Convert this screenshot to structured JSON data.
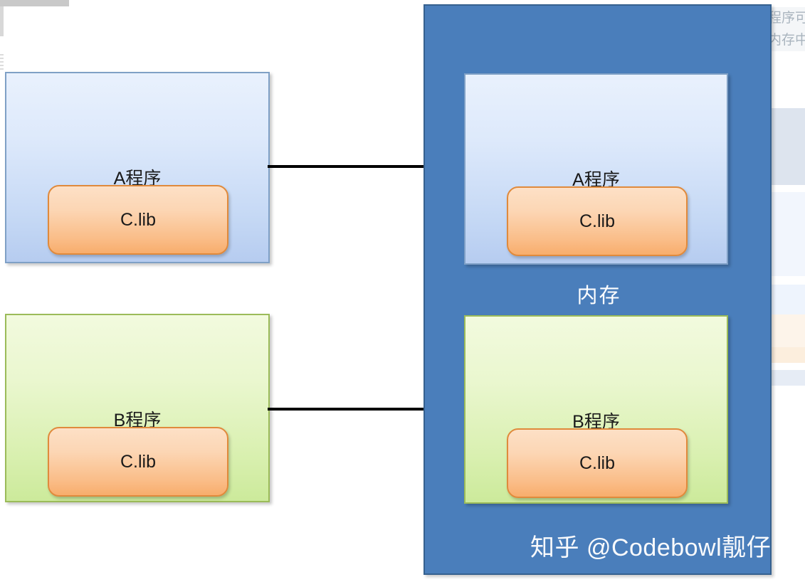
{
  "diagram": {
    "title_semantic": "shared-library-in-memory-diagram",
    "memory_container": {
      "label": "内存",
      "fill_color": "#4A7EBB",
      "border_color": "#36618F"
    },
    "disk_side": {
      "programs": [
        {
          "id": "left-a",
          "title": "A程序",
          "color_theme": "blue",
          "fill_top": "#E9F1FD",
          "fill_bottom": "#B6CCF0",
          "border_color": "#7FA0C6",
          "library": {
            "label": "C.lib",
            "fill_top": "#FDE0C6",
            "fill_bottom": "#F8AD6C",
            "border_color": "#E08A3C"
          }
        },
        {
          "id": "left-b",
          "title": "B程序",
          "color_theme": "green",
          "fill_top": "#F2FADE",
          "fill_bottom": "#CCEA9B",
          "border_color": "#9BBB59",
          "library": {
            "label": "C.lib",
            "fill_top": "#FDE0C6",
            "fill_bottom": "#F8AD6C",
            "border_color": "#E08A3C"
          }
        }
      ]
    },
    "memory_side": {
      "programs": [
        {
          "id": "right-a",
          "title": "A程序",
          "color_theme": "blue",
          "fill_top": "#E9F1FD",
          "fill_bottom": "#B6CCF0",
          "border_color": "#7FA0C6",
          "library": {
            "label": "C.lib",
            "fill_top": "#FDE0C6",
            "fill_bottom": "#F8AD6C",
            "border_color": "#E08A3C"
          }
        },
        {
          "id": "right-b",
          "title": "B程序",
          "color_theme": "green",
          "fill_top": "#F2FADE",
          "fill_bottom": "#CCEA9B",
          "border_color": "#9BBB59",
          "library": {
            "label": "C.lib",
            "fill_top": "#FDE0C6",
            "fill_bottom": "#F8AD6C",
            "border_color": "#E08A3C"
          }
        }
      ]
    },
    "arrows": [
      {
        "id": "arrow-a",
        "from": "left-a",
        "to": "right-a",
        "color": "#000000",
        "style": "solid-with-triangle-head"
      },
      {
        "id": "arrow-b",
        "from": "left-b",
        "to": "right-b",
        "color": "#000000",
        "style": "solid-with-triangle-head"
      }
    ]
  },
  "watermark": {
    "text": "知乎 @Codebowl靓仔",
    "color": "#FFFFFF"
  },
  "background_page": {
    "right_edge_text_line_1": "程序可能",
    "right_edge_text_line_2": "内存中"
  }
}
